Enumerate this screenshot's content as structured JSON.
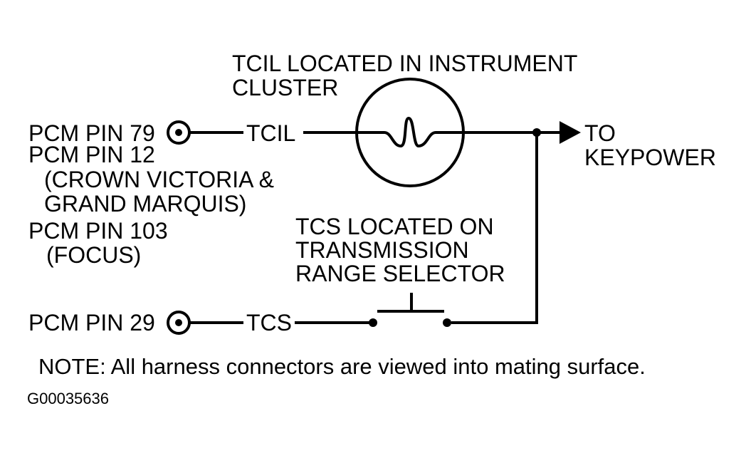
{
  "labels": {
    "tcil_location_line1": "TCIL LOCATED IN INSTRUMENT",
    "tcil_location_line2": "CLUSTER",
    "pcm_pin_79": "PCM PIN 79",
    "pcm_pin_12": "PCM PIN 12",
    "crown_victoria_line1": "(CROWN VICTORIA &",
    "crown_victoria_line2": "GRAND MARQUIS)",
    "pcm_pin_103": "PCM PIN 103",
    "focus": "(FOCUS)",
    "tcil_wire": "TCIL",
    "to_line1": "TO",
    "to_line2": "KEYPOWER",
    "tcs_location_line1": "TCS LOCATED ON",
    "tcs_location_line2": "TRANSMISSION",
    "tcs_location_line3": "RANGE SELECTOR",
    "pcm_pin_29": "PCM PIN 29",
    "tcs_wire": "TCS"
  },
  "note": "NOTE:  All harness connectors are viewed into mating surface.",
  "figure_id": "G00035636",
  "colors": {
    "ink": "#000000",
    "background": "#ffffff"
  },
  "icons": {
    "connector": "connector-terminal-icon",
    "lamp": "lamp-icon",
    "switch": "switch-icon",
    "arrow": "arrow-right-icon"
  }
}
